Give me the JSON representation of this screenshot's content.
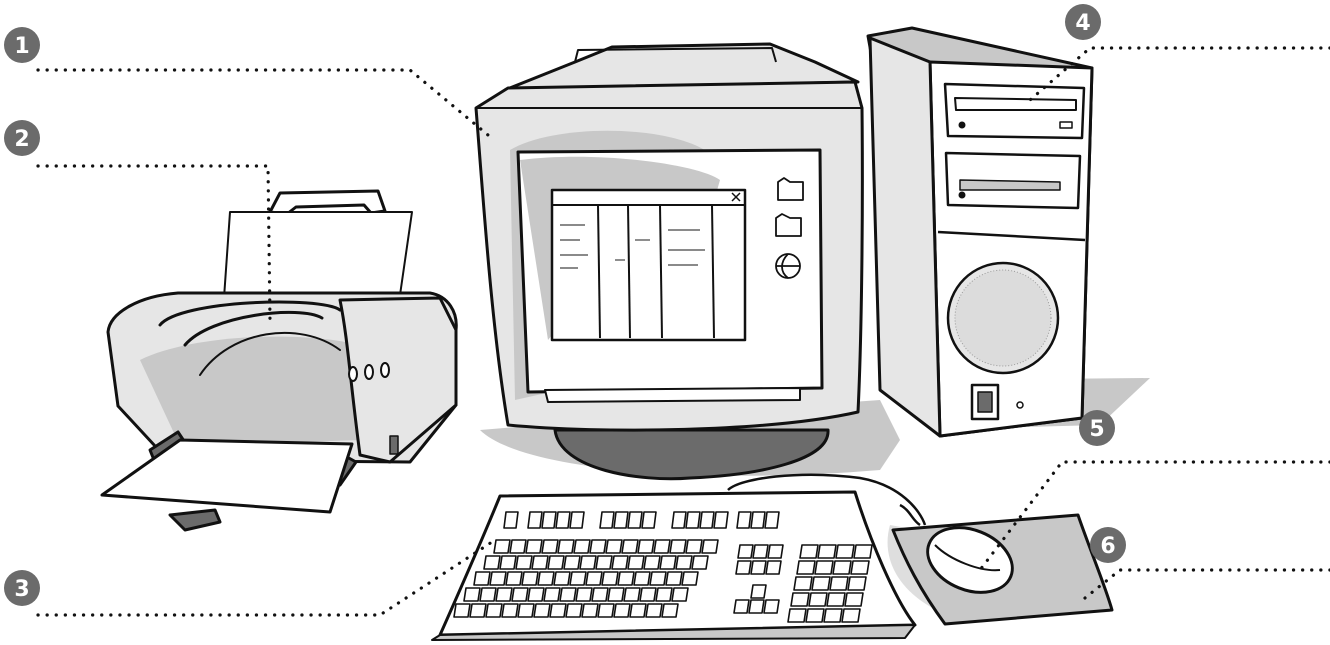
{
  "markers": [
    {
      "id": "monitor",
      "number": "1"
    },
    {
      "id": "printer",
      "number": "2"
    },
    {
      "id": "keyboard",
      "number": "3"
    },
    {
      "id": "system-unit",
      "number": "4"
    },
    {
      "id": "mouse",
      "number": "5"
    },
    {
      "id": "mouse-pad",
      "number": "6"
    }
  ],
  "colors": {
    "marker_fill": "#6b6b6b",
    "marker_text": "#ffffff",
    "line": "#111111",
    "shade": "#c8c8c8",
    "light": "#e6e6e6"
  },
  "icons": [
    "folder-icon",
    "folder-icon",
    "globe-icon",
    "close-icon"
  ]
}
